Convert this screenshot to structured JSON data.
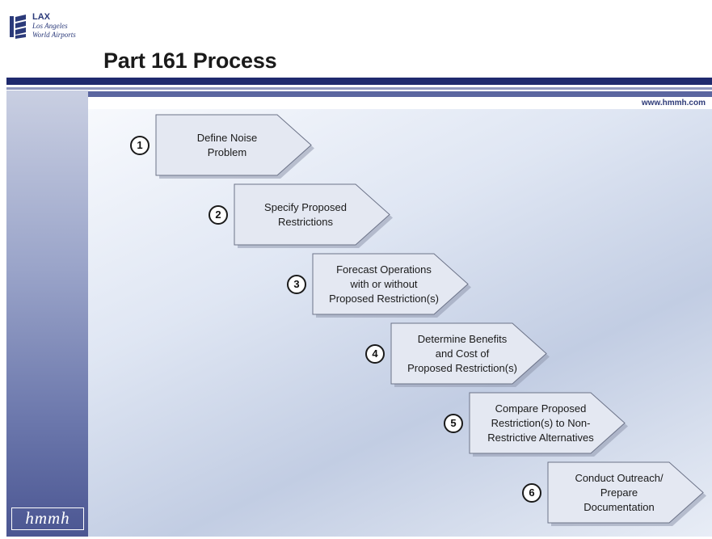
{
  "logo": {
    "name": "LAX",
    "line1": "Los Angeles",
    "line2": "World Airports"
  },
  "title": "Part 161 Process",
  "url": "www.hmmh.com",
  "footer_logo": "hmmh",
  "colors": {
    "navy": "#1f2a6e",
    "arrow_fill": "#e4e8f2",
    "arrow_stroke": "#6c7388"
  },
  "steps": [
    {
      "number": "1",
      "lines": [
        "Define Noise",
        "Problem"
      ]
    },
    {
      "number": "2",
      "lines": [
        "Specify Proposed",
        "Restrictions"
      ]
    },
    {
      "number": "3",
      "lines": [
        "Forecast Operations",
        "with or without",
        "Proposed Restriction(s)"
      ]
    },
    {
      "number": "4",
      "lines": [
        "Determine Benefits",
        "and Cost of",
        "Proposed Restriction(s)"
      ]
    },
    {
      "number": "5",
      "lines": [
        "Compare Proposed",
        "Restriction(s) to Non-",
        "Restrictive Alternatives"
      ]
    },
    {
      "number": "6",
      "lines": [
        "Conduct Outreach/",
        "Prepare",
        "Documentation"
      ]
    }
  ]
}
